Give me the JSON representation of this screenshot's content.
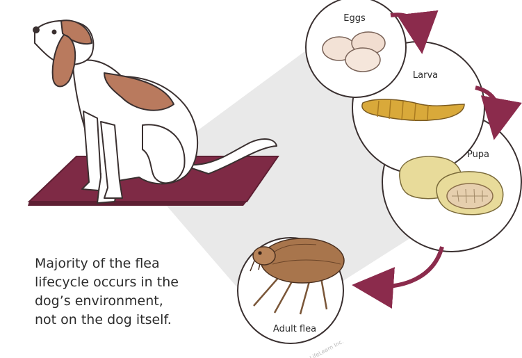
{
  "caption": "Majority of the flea\nlifecycle occurs in the\ndog’s environment,\nnot on the dog itself.",
  "stages": {
    "eggs": "Eggs",
    "larva": "Larva",
    "pupa": "Pupa",
    "adult": "Adult flea"
  },
  "copyright": "© LifeLearn Inc.",
  "colors": {
    "mat": "#7e2a45",
    "arrow": "#8b2b4c",
    "dog_patch": "#b97a5e",
    "outline": "#3a3030"
  }
}
